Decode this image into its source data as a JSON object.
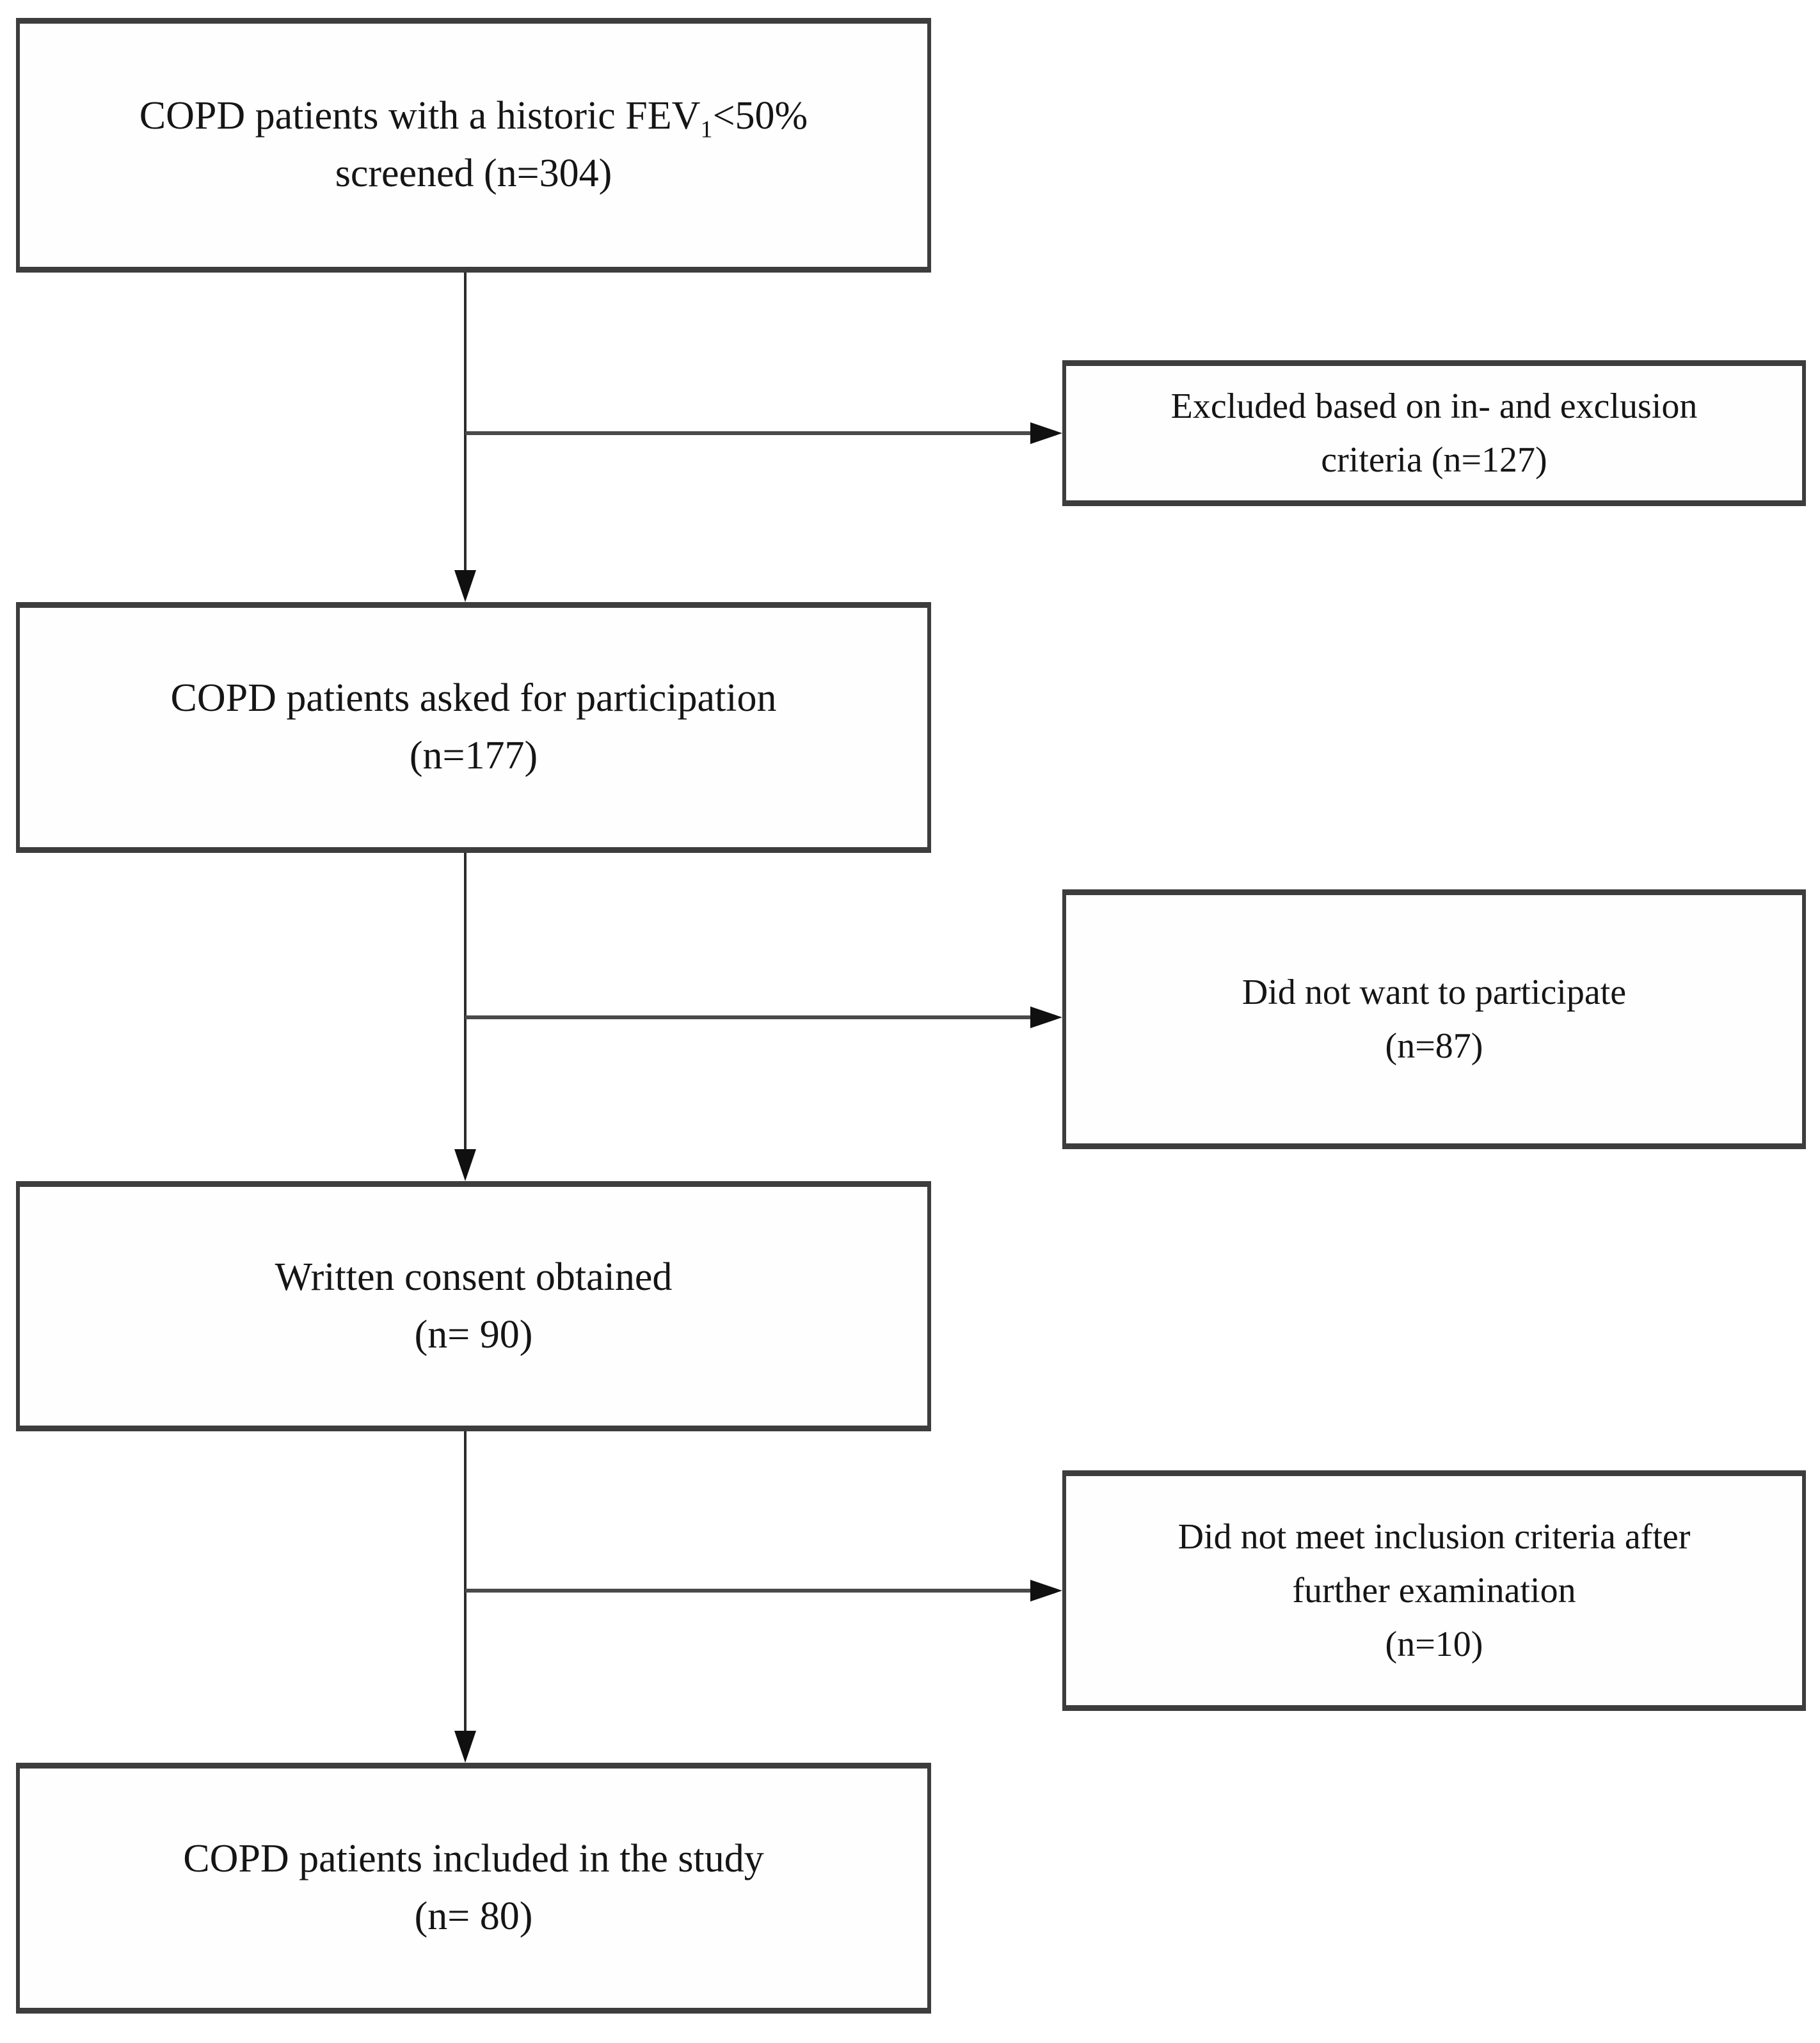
{
  "diagram": {
    "type": "flowchart",
    "description": "COPD study patient enrollment flow diagram"
  },
  "nodes": {
    "screened": {
      "line1_pre": "COPD patients with a historic FEV",
      "line1_sub": "1",
      "line1_post": "<50%",
      "line2": "screened (n=304)",
      "count": 304
    },
    "excluded": {
      "line1": "Excluded based on in- and exclusion",
      "line2": "criteria (n=127)",
      "count": 127
    },
    "asked": {
      "line1": "COPD patients asked for participation",
      "line2": "(n=177)",
      "count": 177
    },
    "declined": {
      "line1": "Did not want to participate",
      "line2": "(n=87)",
      "count": 87
    },
    "consent": {
      "line1": "Written consent obtained",
      "line2": "(n= 90)",
      "count": 90
    },
    "ineligible": {
      "line1": "Did not meet inclusion criteria after",
      "line2": "further examination",
      "line3": "(n=10)",
      "count": 10
    },
    "included": {
      "line1": "COPD patients included in the study",
      "line2": "(n= 80)",
      "count": 80
    }
  },
  "edges": [
    {
      "from": "screened",
      "to": "asked",
      "style": "arrow-down"
    },
    {
      "from": "screened",
      "to": "excluded",
      "style": "arrow-right"
    },
    {
      "from": "asked",
      "to": "consent",
      "style": "arrow-down"
    },
    {
      "from": "asked",
      "to": "declined",
      "style": "arrow-right"
    },
    {
      "from": "consent",
      "to": "included",
      "style": "arrow-down"
    },
    {
      "from": "consent",
      "to": "ineligible",
      "style": "arrow-right"
    }
  ],
  "colors": {
    "box_border": "#3d3d3d",
    "connector_line": "#2b2b2b",
    "branch_line": "#4a4a4a",
    "arrowhead": "#101010",
    "text": "#151515",
    "background": "#ffffff"
  }
}
